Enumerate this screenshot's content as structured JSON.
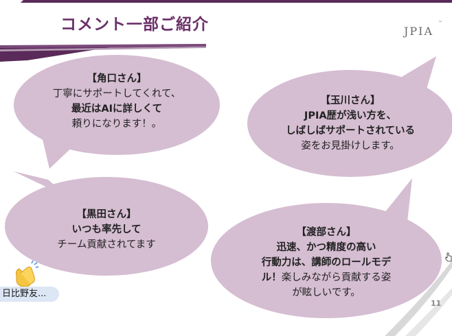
{
  "slide": {
    "title": "コメント一部ご紹介",
    "logo_text": "JPIA",
    "logo_tm": "™",
    "page_number": "11"
  },
  "bubbles": [
    {
      "lines": [
        {
          "text": "【角口さん】",
          "bold": true
        },
        {
          "text": "丁寧にサポートしてくれて、",
          "bold": false
        },
        {
          "text": "最近はAIに詳しくて",
          "bold": true
        },
        {
          "text": "頼りになります！。",
          "bold": false
        }
      ]
    },
    {
      "lines": [
        {
          "text": "【玉川さん】",
          "bold": true
        },
        {
          "text": "JPIA歴が浅い方を、",
          "bold": true
        },
        {
          "text": "しばしばサポートされている",
          "bold": true
        },
        {
          "text": "姿をお見掛けします。",
          "bold": false
        }
      ]
    },
    {
      "lines": [
        {
          "text": "【黒田さん】",
          "bold": true
        },
        {
          "text": "いつも率先して",
          "bold": true
        },
        {
          "text": "チーム貢献されてます",
          "bold": false
        }
      ]
    },
    {
      "lines": [
        {
          "text": "【渡部さん】",
          "bold": true
        },
        {
          "text": "迅速、かつ精度の高い",
          "bold": true
        },
        {
          "text": "行動力は、講師のロールモデ",
          "bold": true
        },
        {
          "text_bold": "ル！",
          "text_rest": "楽しみながら貢献する姿",
          "mixed": true
        },
        {
          "text": "が眩しいです。",
          "bold": false
        }
      ]
    }
  ],
  "participant": {
    "name": "日比野友..."
  },
  "colors": {
    "bubble_fill": "#d5bdd2",
    "title": "#6b3069",
    "accent": "#5a2a5a",
    "chip": "#dce6f4"
  },
  "icons": {
    "reaction": "clapping-hands-icon",
    "cursor": "hand-cursor-icon"
  }
}
